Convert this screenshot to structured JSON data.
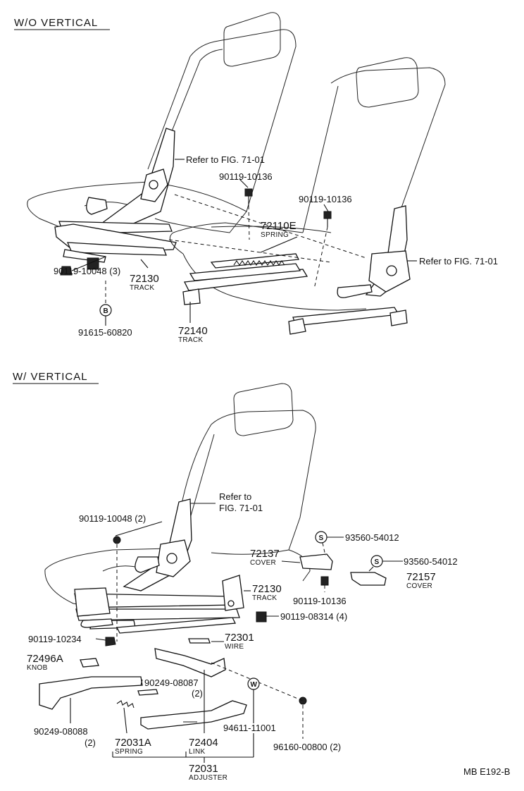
{
  "sections": {
    "top_title": "W/O  VERTICAL",
    "bottom_title": "W/  VERTICAL"
  },
  "labels": {
    "refer_top_left": "Refer to FIG. 71-01",
    "refer_top_right": "Refer to FIG. 71-01",
    "refer_bottom_1": "Refer to",
    "refer_bottom_2": "FIG. 71-01",
    "p_90119_10136_a": "90119-10136",
    "p_90119_10136_b": "90119-10136",
    "p_72110E": "72110E",
    "p_72110E_name": "SPRING",
    "p_72130_a": "72130",
    "p_72130_a_name": "TRACK",
    "p_90119_10048_3": "90119-10048 (3)",
    "p_circle_B": "B",
    "p_91615_60820": "91615-60820",
    "p_72140": "72140",
    "p_72140_name": "TRACK",
    "p_90119_10048_2": "90119-10048 (2)",
    "p_circle_S1": "S",
    "p_93560_54012_a": "93560-54012",
    "p_72137": "72137",
    "p_72137_name": "COVER",
    "p_circle_S2": "S",
    "p_93560_54012_b": "93560-54012",
    "p_72157": "72157",
    "p_72157_name": "COVER",
    "p_72130_b": "72130",
    "p_72130_b_name": "TRACK",
    "p_90119_10136_c": "90119-10136",
    "p_90119_08314": "90119-08314 (4)",
    "p_90119_10234": "90119-10234",
    "p_72301": "72301",
    "p_72301_name": "WIRE",
    "p_72496A": "72496A",
    "p_72496A_name": "KNOB",
    "p_90249_08087": "90249-08087",
    "p_90249_08087_qty": "(2)",
    "p_circle_W": "W",
    "p_90249_08088": "90249-08088",
    "p_90249_08088_qty": "(2)",
    "p_72031A": "72031A",
    "p_72031A_name": "SPRING",
    "p_72404": "72404",
    "p_72404_name": "LINK",
    "p_94611_11001": "94611-11001",
    "p_96160_00800": "96160-00800 (2)",
    "p_72031": "72031",
    "p_72031_name": "ADJUSTER",
    "footer_code": "MB  E192-B"
  }
}
